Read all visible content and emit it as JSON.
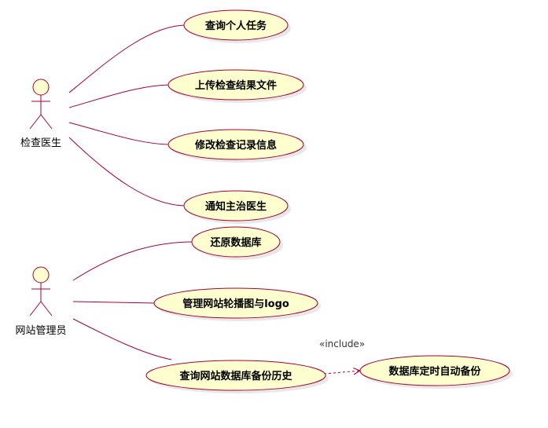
{
  "diagram": {
    "actors": [
      {
        "id": "a1",
        "name": "检查医生"
      },
      {
        "id": "a2",
        "name": "网站管理员"
      }
    ],
    "use_cases": [
      {
        "id": "u1",
        "label": "查询个人任务"
      },
      {
        "id": "u2",
        "label": "上传检查结果文件"
      },
      {
        "id": "u3",
        "label": "修改检查记录信息"
      },
      {
        "id": "u4",
        "label": "通知主治医生"
      },
      {
        "id": "u5",
        "label": "还原数据库"
      },
      {
        "id": "u6",
        "label": "管理网站轮播图与logo"
      },
      {
        "id": "u7",
        "label": "查询网站数据库备份历史"
      },
      {
        "id": "u8",
        "label": "数据库定时自动备份"
      }
    ],
    "associations": [
      {
        "from": "a1",
        "to": "u1"
      },
      {
        "from": "a1",
        "to": "u2"
      },
      {
        "from": "a1",
        "to": "u3"
      },
      {
        "from": "a1",
        "to": "u4"
      },
      {
        "from": "a2",
        "to": "u5"
      },
      {
        "from": "a2",
        "to": "u6"
      },
      {
        "from": "a2",
        "to": "u7"
      }
    ],
    "include": {
      "from": "u7",
      "to": "u8",
      "label": "«include»"
    },
    "colors": {
      "usecase_fill": "#FEFECE",
      "usecase_stroke": "#A80036",
      "line": "#A80036",
      "shadow": "#E8E8E8"
    }
  }
}
